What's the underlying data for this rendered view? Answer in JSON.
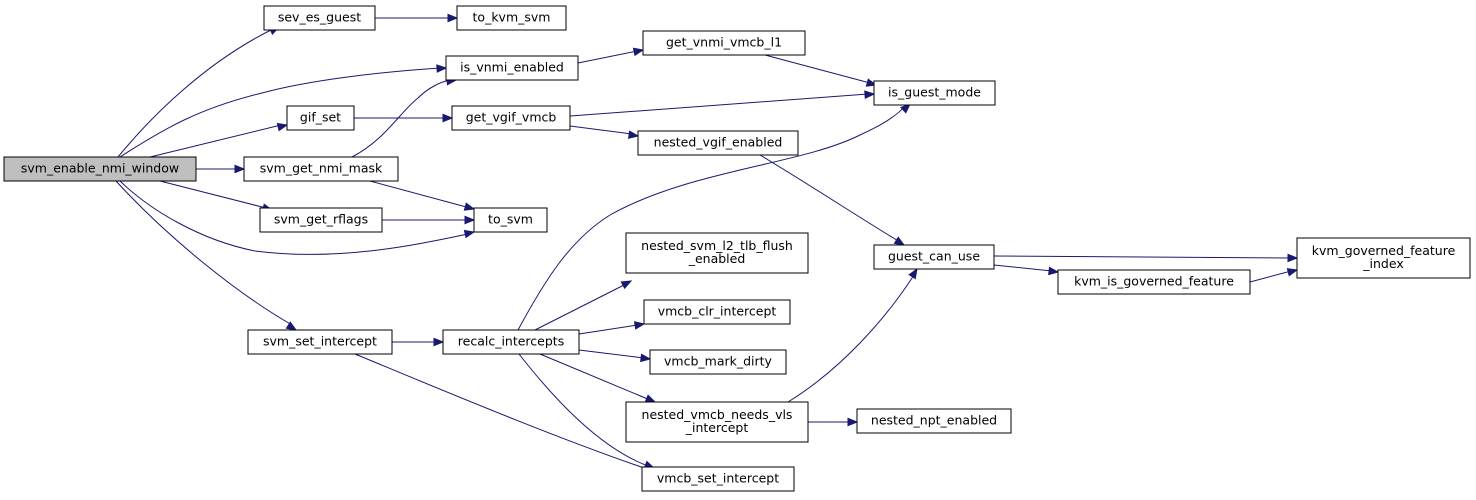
{
  "graph": {
    "edge_color": "#191970",
    "root_fill": "#bfbfbf",
    "nodes": {
      "svm_enable_nmi_window": "svm_enable_nmi_window",
      "sev_es_guest": "sev_es_guest",
      "to_kvm_svm": "to_kvm_svm",
      "is_vnmi_enabled": "is_vnmi_enabled",
      "get_vnmi_vmcb_l1": "get_vnmi_vmcb_l1",
      "is_guest_mode": "is_guest_mode",
      "gif_set": "gif_set",
      "get_vgif_vmcb": "get_vgif_vmcb",
      "nested_vgif_enabled": "nested_vgif_enabled",
      "svm_get_nmi_mask": "svm_get_nmi_mask",
      "svm_get_rflags": "svm_get_rflags",
      "to_svm": "to_svm",
      "guest_can_use": "guest_can_use",
      "kvm_governed_feature_index": [
        "kvm_governed_feature",
        "_index"
      ],
      "kvm_is_governed_feature": "kvm_is_governed_feature",
      "nested_svm_l2_tlb_flush_enabled": [
        "nested_svm_l2_tlb_flush",
        "_enabled"
      ],
      "vmcb_clr_intercept": "vmcb_clr_intercept",
      "svm_set_intercept": "svm_set_intercept",
      "recalc_intercepts": "recalc_intercepts",
      "vmcb_mark_dirty": "vmcb_mark_dirty",
      "nested_vmcb_needs_vls_intercept": [
        "nested_vmcb_needs_vls",
        "_intercept"
      ],
      "nested_npt_enabled": "nested_npt_enabled",
      "vmcb_set_intercept": "vmcb_set_intercept"
    },
    "edges": [
      [
        "svm_enable_nmi_window",
        "sev_es_guest"
      ],
      [
        "svm_enable_nmi_window",
        "is_vnmi_enabled"
      ],
      [
        "svm_enable_nmi_window",
        "gif_set"
      ],
      [
        "svm_enable_nmi_window",
        "svm_get_nmi_mask"
      ],
      [
        "svm_enable_nmi_window",
        "svm_get_rflags"
      ],
      [
        "svm_enable_nmi_window",
        "to_svm"
      ],
      [
        "svm_enable_nmi_window",
        "svm_set_intercept"
      ],
      [
        "sev_es_guest",
        "to_kvm_svm"
      ],
      [
        "is_vnmi_enabled",
        "get_vnmi_vmcb_l1"
      ],
      [
        "get_vnmi_vmcb_l1",
        "is_guest_mode"
      ],
      [
        "gif_set",
        "get_vgif_vmcb"
      ],
      [
        "get_vgif_vmcb",
        "is_guest_mode"
      ],
      [
        "get_vgif_vmcb",
        "nested_vgif_enabled"
      ],
      [
        "nested_vgif_enabled",
        "guest_can_use"
      ],
      [
        "svm_get_nmi_mask",
        "is_vnmi_enabled"
      ],
      [
        "svm_get_nmi_mask",
        "to_svm"
      ],
      [
        "svm_get_rflags",
        "to_svm"
      ],
      [
        "guest_can_use",
        "kvm_governed_feature_index"
      ],
      [
        "guest_can_use",
        "kvm_is_governed_feature"
      ],
      [
        "kvm_is_governed_feature",
        "kvm_governed_feature_index"
      ],
      [
        "svm_set_intercept",
        "recalc_intercepts"
      ],
      [
        "svm_set_intercept",
        "vmcb_set_intercept"
      ],
      [
        "recalc_intercepts",
        "is_guest_mode"
      ],
      [
        "recalc_intercepts",
        "nested_svm_l2_tlb_flush_enabled"
      ],
      [
        "recalc_intercepts",
        "vmcb_clr_intercept"
      ],
      [
        "recalc_intercepts",
        "vmcb_mark_dirty"
      ],
      [
        "recalc_intercepts",
        "nested_vmcb_needs_vls_intercept"
      ],
      [
        "recalc_intercepts",
        "vmcb_set_intercept"
      ],
      [
        "nested_vmcb_needs_vls_intercept",
        "guest_can_use"
      ],
      [
        "nested_vmcb_needs_vls_intercept",
        "nested_npt_enabled"
      ]
    ]
  }
}
